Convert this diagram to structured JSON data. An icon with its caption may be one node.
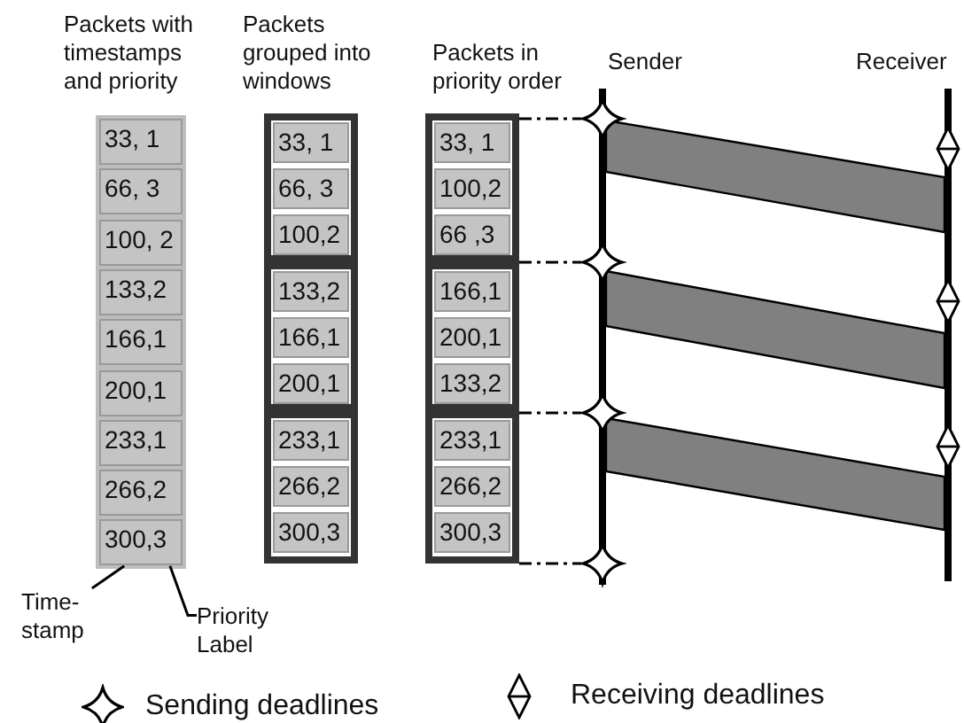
{
  "diagram": {
    "nodes": [
      {
        "text": [
          "33, 1"
        ]
      },
      {
        "text": [
          "66, 3"
        ]
      },
      {
        "text": [
          "100, 2"
        ]
      },
      {
        "text": [
          "133,2"
        ]
      },
      {
        "text": [
          "166,1"
        ]
      },
      {
        "text": [
          "200,1"
        ]
      },
      {
        "text": [
          "233,1"
        ]
      },
      {
        "text": [
          "266,2"
        ]
      },
      {
        "text": [
          "300,3"
        ]
      },
      {
        "text": [],
        "shape": "box"
      },
      {
        "text": [
          "33, 1"
        ],
        "in": 9
      },
      {
        "text": [
          "66, 3"
        ],
        "in": 9
      },
      {
        "text": [
          "100,2"
        ],
        "in": 9
      },
      {
        "text": [],
        "shape": "box"
      },
      {
        "text": [
          "133,2"
        ],
        "in": 13
      },
      {
        "text": [
          "166,1"
        ],
        "in": 13
      },
      {
        "text": [
          "200,1"
        ],
        "in": 13
      },
      {
        "text": [],
        "shape": "box"
      },
      {
        "text": [
          "233,1"
        ],
        "in": 17
      },
      {
        "text": [
          "266,2"
        ],
        "in": 17
      },
      {
        "text": [
          "300,3"
        ],
        "in": 17
      },
      {
        "text": [],
        "shape": "box"
      },
      {
        "text": [
          "33, 1"
        ],
        "in": 21
      },
      {
        "text": [
          "100,2"
        ],
        "in": 21
      },
      {
        "text": [
          "66 ,3"
        ],
        "in": 21
      },
      {
        "text": [],
        "shape": "box"
      },
      {
        "text": [
          "166,1"
        ],
        "in": 25
      },
      {
        "text": [
          "200,1"
        ],
        "in": 25
      },
      {
        "text": [
          "133,2"
        ],
        "in": 25
      },
      {
        "text": [],
        "shape": "box"
      },
      {
        "text": [
          "233,1"
        ],
        "in": 29
      },
      {
        "text": [
          "266,2"
        ],
        "in": 29
      },
      {
        "text": [
          "300,3"
        ],
        "in": 29
      },
      {
        "text": [
          "Time-stamp"
        ]
      },
      {
        "text": [
          "Priority Label"
        ]
      },
      {
        "text": [],
        "shape": "star"
      },
      {
        "text": [],
        "shape": "star"
      },
      {
        "text": [],
        "shape": "star"
      },
      {
        "text": [],
        "shape": "star"
      },
      {
        "text": [],
        "shape": "diamond"
      },
      {
        "text": [],
        "shape": "diamond"
      },
      {
        "text": [],
        "shape": "diamond"
      }
    ],
    "edges": [
      {
        "from": 33,
        "to": 8,
        "arrow": "none"
      },
      {
        "from": 34,
        "to": 8,
        "arrow": "none"
      },
      {
        "from": 21,
        "to": 35,
        "arrow": "none",
        "style": "dashed"
      },
      {
        "from": 25,
        "to": 36,
        "arrow": "none",
        "style": "dashed"
      },
      {
        "from": 29,
        "to": 37,
        "arrow": "none",
        "style": "dashed"
      },
      {
        "from": 29,
        "to": 38,
        "arrow": "none",
        "style": "dashed"
      }
    ],
    "labels": [
      "Packets with timestamps and priority",
      "Packets grouped into windows",
      "Packets in priority order",
      "Sender",
      "Receiver"
    ],
    "legend": [
      {
        "text": "Sending deadlines"
      },
      {
        "text": "Receiving deadlines"
      }
    ]
  }
}
